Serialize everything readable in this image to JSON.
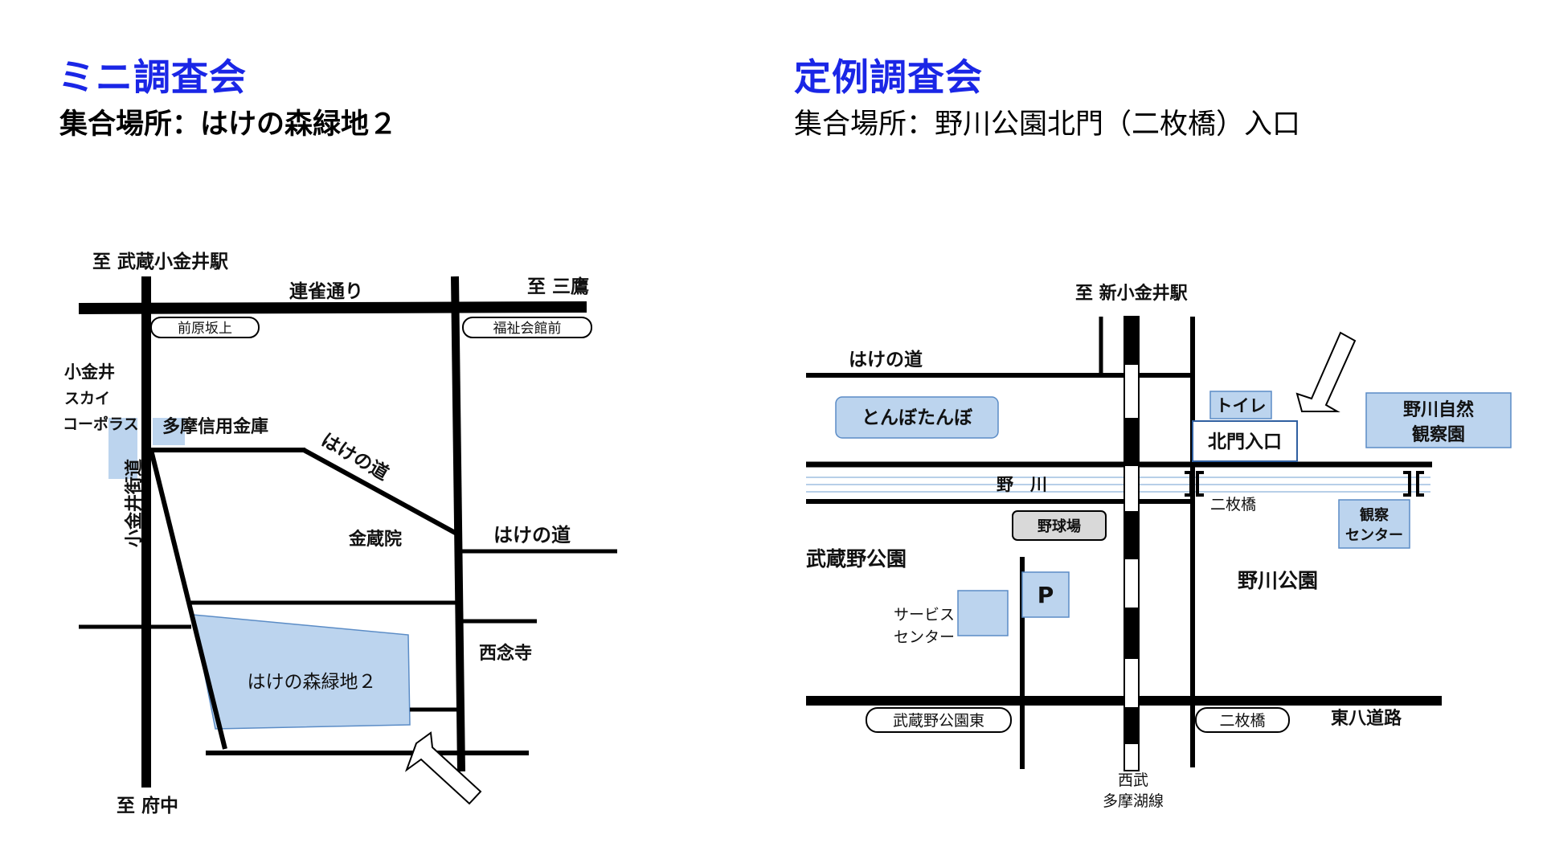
{
  "left_panel": {
    "title": "ミニ調査会",
    "subtitle": "集合場所：はけの森緑地２",
    "map": {
      "labels": {
        "to_station": "至 武蔵小金井駅",
        "renjaku": "連雀通り",
        "to_mitaka": "至 三鷹",
        "maehara": "前原坂上",
        "fukushi": "福祉会館前",
        "koganei_line1": "小金井",
        "koganei_line2": "スカイ",
        "koganei_line3": "コーポラス",
        "tama_shinkin": "多摩信用金庫",
        "hake_diag": "はけの道",
        "konzoin": "金蔵院",
        "hake_right": "はけの道",
        "kaido": "小金井街道",
        "saienji": "西念寺",
        "green": "はけの森緑地２",
        "to_fuchu": "至 府中"
      }
    }
  },
  "right_panel": {
    "title": "定例調査会",
    "subtitle": "集合場所：野川公園北門（二枚橋）入口",
    "map": {
      "labels": {
        "to_station": "至 新小金井駅",
        "hake": "はけの道",
        "tombo": "とんぼたんぼ",
        "toilet": "トイレ",
        "kitamon": "北門入口",
        "shizen_line1": "野川自然",
        "shizen_line2": "観察園",
        "nogawa": "野　川",
        "nimaibashi": "二枚橋",
        "kansatsu_line1": "観察",
        "kansatsu_line2": "センター",
        "yakyujo": "野球場",
        "musashino": "武蔵野公園",
        "parking": "P",
        "service_line1": "サービス",
        "service_line2": "センター",
        "nogawa_park": "野川公園",
        "musashino_east": "武蔵野公園東",
        "nimaibashi_stop": "二枚橋",
        "higashi8": "東八道路",
        "seibu_line1": "西武",
        "seibu_line2": "多摩湖線"
      }
    }
  },
  "colors": {
    "title_blue": "#1a26e6",
    "fill_blue": "#bcd4ee",
    "box_stroke": "#5b8cc6"
  }
}
